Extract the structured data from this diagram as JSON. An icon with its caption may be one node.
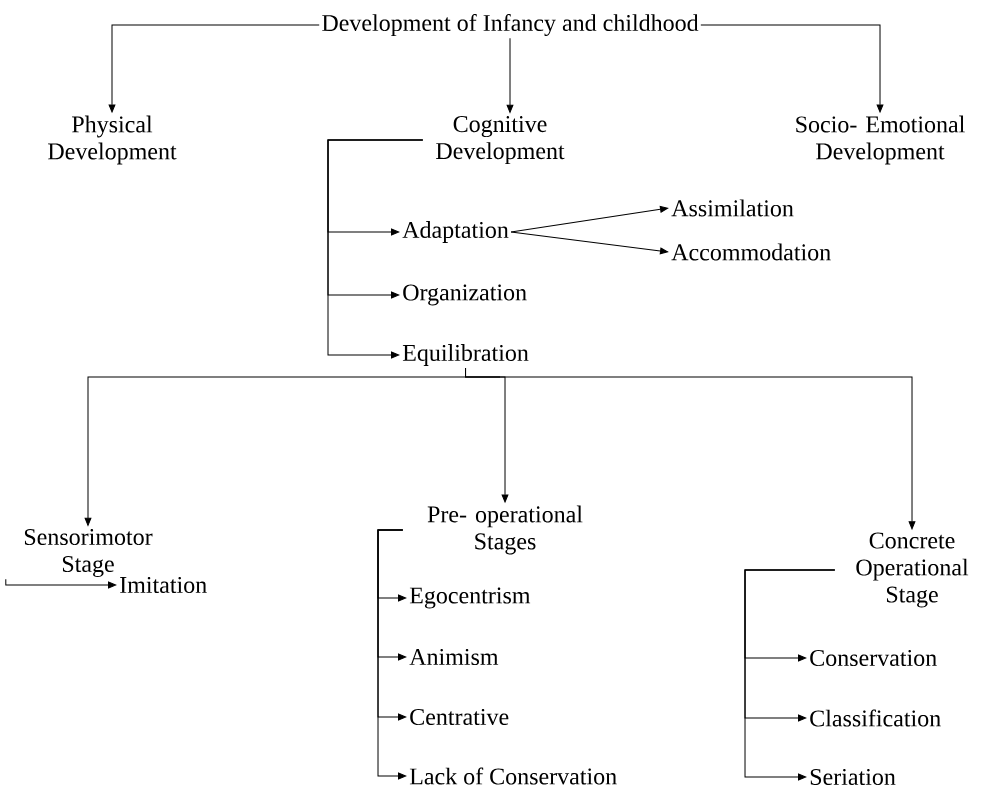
{
  "diagram": {
    "nodes": [
      {
        "text": [
          "Development of Infancy and childhood"
        ]
      },
      {
        "text": [
          "Physical Development"
        ]
      },
      {
        "text": [
          "Cognitive Development"
        ]
      },
      {
        "text": [
          "Socio- Emotional Development"
        ]
      },
      {
        "text": [
          "Adaptation"
        ]
      },
      {
        "text": [
          "Assimilation"
        ]
      },
      {
        "text": [
          "Accommodation"
        ]
      },
      {
        "text": [
          "Organization"
        ]
      },
      {
        "text": [
          "Equilibration"
        ]
      },
      {
        "text": [
          "Sensorimotor Stage"
        ]
      },
      {
        "text": [
          "Imitation"
        ]
      },
      {
        "text": [
          "Pre- operational Stages"
        ]
      },
      {
        "text": [
          "Egocentrism"
        ]
      },
      {
        "text": [
          "Animism"
        ]
      },
      {
        "text": [
          "Centrative"
        ]
      },
      {
        "text": [
          "Lack of Conservation"
        ]
      },
      {
        "text": [
          "Concrete Operational Stage"
        ]
      },
      {
        "text": [
          "Conservation"
        ]
      },
      {
        "text": [
          "Classification"
        ]
      },
      {
        "text": [
          "Seriation"
        ]
      }
    ],
    "edges": [
      {
        "from": 0,
        "to": 1,
        "arrow": "to"
      },
      {
        "from": 0,
        "to": 2,
        "arrow": "to"
      },
      {
        "from": 0,
        "to": 3,
        "arrow": "to"
      },
      {
        "from": 2,
        "to": 4,
        "arrow": "to"
      },
      {
        "from": 2,
        "to": 7,
        "arrow": "to"
      },
      {
        "from": 2,
        "to": 8,
        "arrow": "to"
      },
      {
        "from": 4,
        "to": 5,
        "arrow": "to"
      },
      {
        "from": 4,
        "to": 6,
        "arrow": "to"
      },
      {
        "from": 8,
        "to": 9,
        "arrow": "to"
      },
      {
        "from": 8,
        "to": 11,
        "arrow": "to"
      },
      {
        "from": 8,
        "to": 16,
        "arrow": "to"
      },
      {
        "from": 9,
        "to": 10,
        "arrow": "to"
      },
      {
        "from": 11,
        "to": 12,
        "arrow": "to"
      },
      {
        "from": 11,
        "to": 13,
        "arrow": "to"
      },
      {
        "from": 11,
        "to": 14,
        "arrow": "to"
      },
      {
        "from": 11,
        "to": 15,
        "arrow": "to"
      },
      {
        "from": 16,
        "to": 17,
        "arrow": "to"
      },
      {
        "from": 16,
        "to": 18,
        "arrow": "to"
      },
      {
        "from": 16,
        "to": 19,
        "arrow": "to"
      }
    ]
  }
}
